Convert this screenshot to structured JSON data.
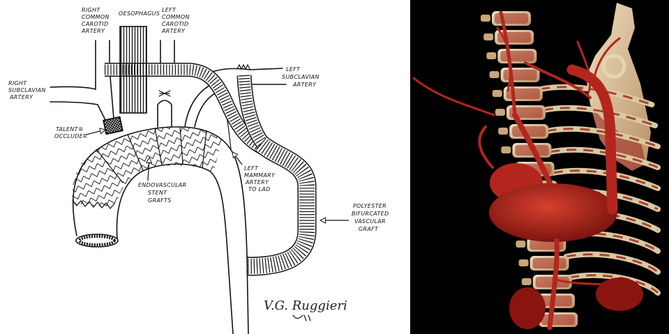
{
  "labels": {
    "right_common_carotid_artery": [
      "RIGHT",
      "COMMON",
      "CAROTID",
      "ARTERY"
    ],
    "oesophagus": [
      "OESOPHAGUS"
    ],
    "left_common_carotid_artery": [
      "LEFT",
      "COMMON",
      "CAROTID",
      "ARTERY"
    ],
    "left_subclavian_artery": [
      "LEFT",
      "SUBCLAVIAN",
      "ARTERY"
    ],
    "right_subclavian_artery": [
      "RIGHT",
      "SUBCLAVIAN",
      "ARTERY"
    ],
    "talent_occluder": [
      "TALENT®",
      "OCCLUDER"
    ],
    "left_mammary_artery_to_lad": [
      "LEFT",
      "MAMMARY",
      "ARTERY",
      "TO LAD"
    ],
    "endovascular_stent_grafts": [
      "ENDOVASCULAR",
      "STENT",
      "GRAFTS"
    ],
    "polyester_bifurcated_vascular_graft": [
      "POLYESTER",
      "BIFURCATED",
      "VASCULAR",
      "GRAFT"
    ]
  },
  "signature": "V.G. Ruggieri",
  "colors": {
    "left_panel_background": "#ffffff",
    "right_panel_background": "#000000",
    "ink": "#111111",
    "vessel_red": "#b3261e",
    "bone": "#d9c8a2"
  }
}
